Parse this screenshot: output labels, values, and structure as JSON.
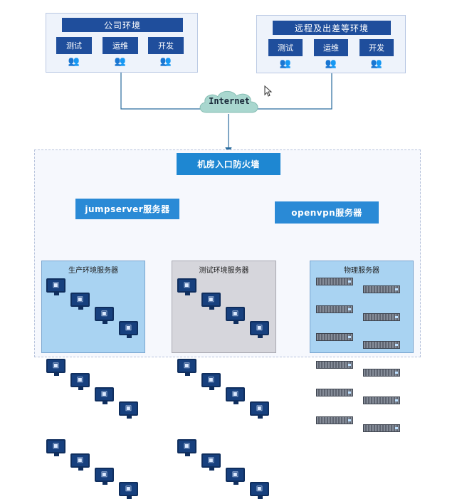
{
  "top_left_env": {
    "title": "公司环境",
    "teams": [
      "测试",
      "运维",
      "开发"
    ]
  },
  "top_right_env": {
    "title": "远程及出差等环境",
    "teams": [
      "测试",
      "运维",
      "开发"
    ]
  },
  "internet": {
    "label": "Internet"
  },
  "datacenter": {
    "firewall": "机房入口防火墙",
    "jumpserver": "jumpserver服务器",
    "openvpn": "openvpn服务器",
    "zones": {
      "production": "生产环境服务器",
      "testing": "测试环境服务器",
      "physical": "物理服务器"
    }
  },
  "icons": {
    "team": "people-icon",
    "vm": "monitor-cube-icon",
    "server": "rack-server-icon",
    "network": "cloud-icon",
    "cursor": "mouse-cursor-icon"
  },
  "colors": {
    "title_bar": "#1f4e9c",
    "node": "#2a8ad6",
    "zone_prod_fill": "#a9d3f2",
    "zone_test_fill": "#d6d6dc",
    "zone_phys_fill": "#a9d3f2",
    "line_blue": "#2a6c9e",
    "line_dark": "#1a1a1a"
  }
}
